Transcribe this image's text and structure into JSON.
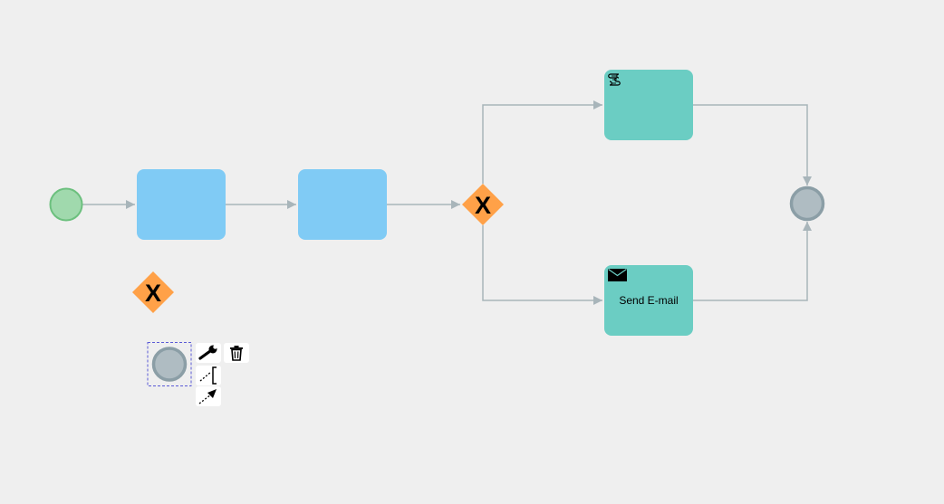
{
  "diagram": {
    "colors": {
      "background": "#efefef",
      "start_event_fill": "#a0d9ad",
      "start_event_stroke": "#6cc07e",
      "user_task_fill": "#80cbf5",
      "service_task_fill": "#6bcdc3",
      "gateway_fill": "#ffa148",
      "end_event_fill": "#afbcc2",
      "end_event_stroke": "#8b9ea6",
      "flow_stroke": "#a8b5ba",
      "selection_stroke": "#5b5bd6"
    },
    "elements": {
      "start_event": {
        "type": "start-event"
      },
      "task_1": {
        "type": "task",
        "label": ""
      },
      "task_2": {
        "type": "task",
        "label": ""
      },
      "gateway_main": {
        "type": "exclusive-gateway",
        "marker": "X"
      },
      "script_task": {
        "type": "script-task",
        "label": "",
        "icon": "script-icon"
      },
      "send_task": {
        "type": "send-task",
        "label": "Send E-mail",
        "icon": "envelope-icon"
      },
      "end_event": {
        "type": "end-event"
      },
      "gateway_floating": {
        "type": "exclusive-gateway",
        "marker": "X"
      },
      "end_event_selected": {
        "type": "end-event",
        "selected": true
      }
    },
    "context_pad": {
      "items": [
        {
          "name": "change-type",
          "icon": "wrench-icon"
        },
        {
          "name": "delete",
          "icon": "trash-icon"
        },
        {
          "name": "text-annotation",
          "icon": "annotation-icon"
        },
        {
          "name": "connect",
          "icon": "connect-arrow-icon"
        }
      ]
    }
  }
}
